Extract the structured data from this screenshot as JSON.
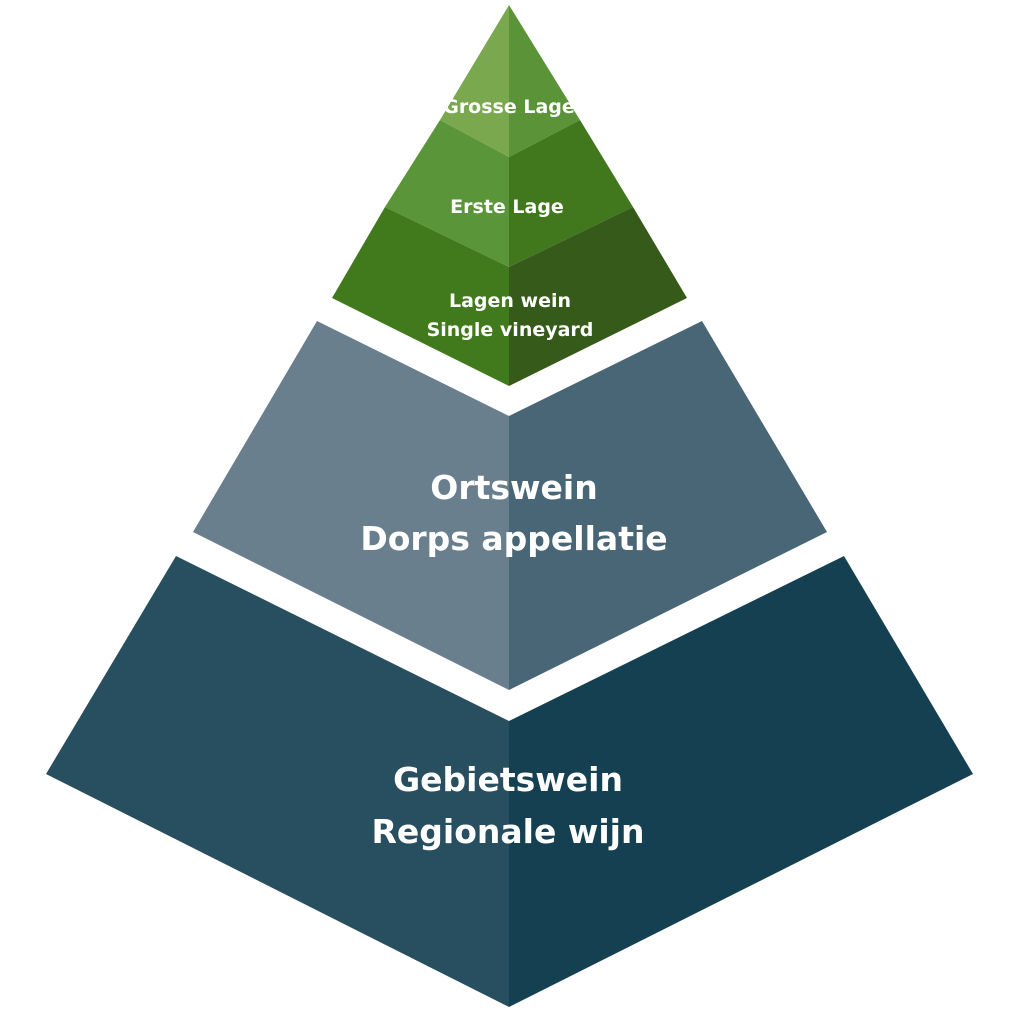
{
  "pyramid": {
    "tiers": [
      {
        "id": "grosse-lage",
        "lines": [
          "Grosse Lage"
        ],
        "color_left": "#79a84f",
        "color_right": "#5b9438"
      },
      {
        "id": "erste-lage",
        "lines": [
          "Erste Lage"
        ],
        "color_left": "#5a9539",
        "color_right": "#41771d"
      },
      {
        "id": "lagen-wein",
        "lines": [
          "Lagen wein",
          "Single vineyard"
        ],
        "color_left": "#417a1d",
        "color_right": "#355a19"
      },
      {
        "id": "ortswein",
        "lines": [
          "Ortswein",
          "Dorps appellatie"
        ],
        "color_left": "#697f8d",
        "color_right": "#496676"
      },
      {
        "id": "gebietswein",
        "lines": [
          "Gebietswein",
          "Regionale wijn"
        ],
        "color_left": "#284f60",
        "color_right": "#144052"
      }
    ]
  }
}
